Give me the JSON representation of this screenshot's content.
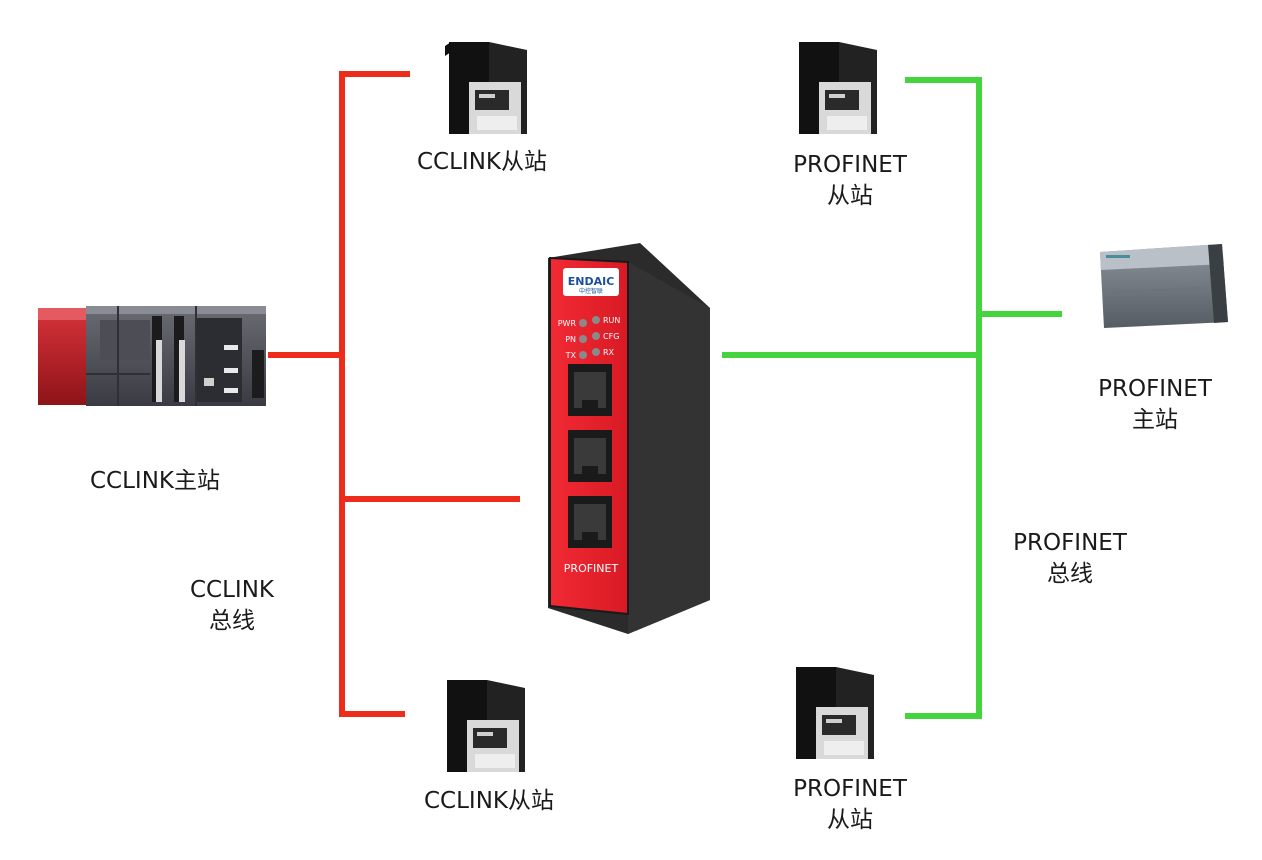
{
  "colors": {
    "cclink_bus": "#ee2c1b",
    "profinet_bus": "#45d43e",
    "gateway_body": "#e8202a",
    "gateway_case": "#2b2b2b"
  },
  "labels": {
    "cclink_master": "CCLINK主站",
    "cclink_slave_top": "CCLINK从站",
    "cclink_slave_bottom": "CCLINK从站",
    "cclink_bus_line1": "CCLINK",
    "cclink_bus_line2": "总线",
    "profinet_slave_top_line1": "PROFINET",
    "profinet_slave_top_line2": "从站",
    "profinet_master_line1": "PROFINET",
    "profinet_master_line2": "主站",
    "profinet_bus_line1": "PROFINET",
    "profinet_bus_line2": "总线",
    "profinet_slave_bottom_line1": "PROFINET",
    "profinet_slave_bottom_line2": "从站"
  },
  "gateway": {
    "brand": "ENDAIC",
    "brand_sub": "中控智联",
    "leds": [
      "PWR",
      "RUN",
      "PN",
      "CFG",
      "TX",
      "RX"
    ],
    "port_label": "PROFINET"
  }
}
